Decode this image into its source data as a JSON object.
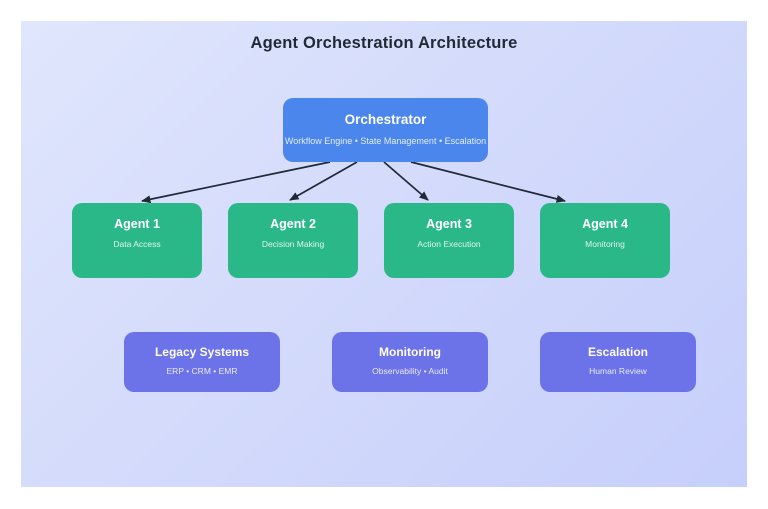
{
  "diagram": {
    "title": "Agent Orchestration Architecture",
    "orchestrator": {
      "title": "Orchestrator",
      "subtitle": "Workflow Engine • State Management • Escalation"
    },
    "agents": [
      {
        "title": "Agent 1",
        "subtitle": "Data Access"
      },
      {
        "title": "Agent 2",
        "subtitle": "Decision Making"
      },
      {
        "title": "Agent 3",
        "subtitle": "Action Execution"
      },
      {
        "title": "Agent 4",
        "subtitle": "Monitoring"
      }
    ],
    "systems": [
      {
        "title": "Legacy Systems",
        "subtitle": "ERP • CRM • EMR"
      },
      {
        "title": "Monitoring",
        "subtitle": "Observability • Audit"
      },
      {
        "title": "Escalation",
        "subtitle": "Human Review"
      }
    ],
    "colors": {
      "background_gradient_start": "#e0e6fc",
      "background_gradient_end": "#c6cffb",
      "orchestrator_fill": "#4a86ec",
      "agent_fill": "#2ab888",
      "system_fill": "#6c72e8",
      "arrow": "#1f2937",
      "title_text": "#1f2937",
      "node_text": "#ffffff"
    }
  }
}
